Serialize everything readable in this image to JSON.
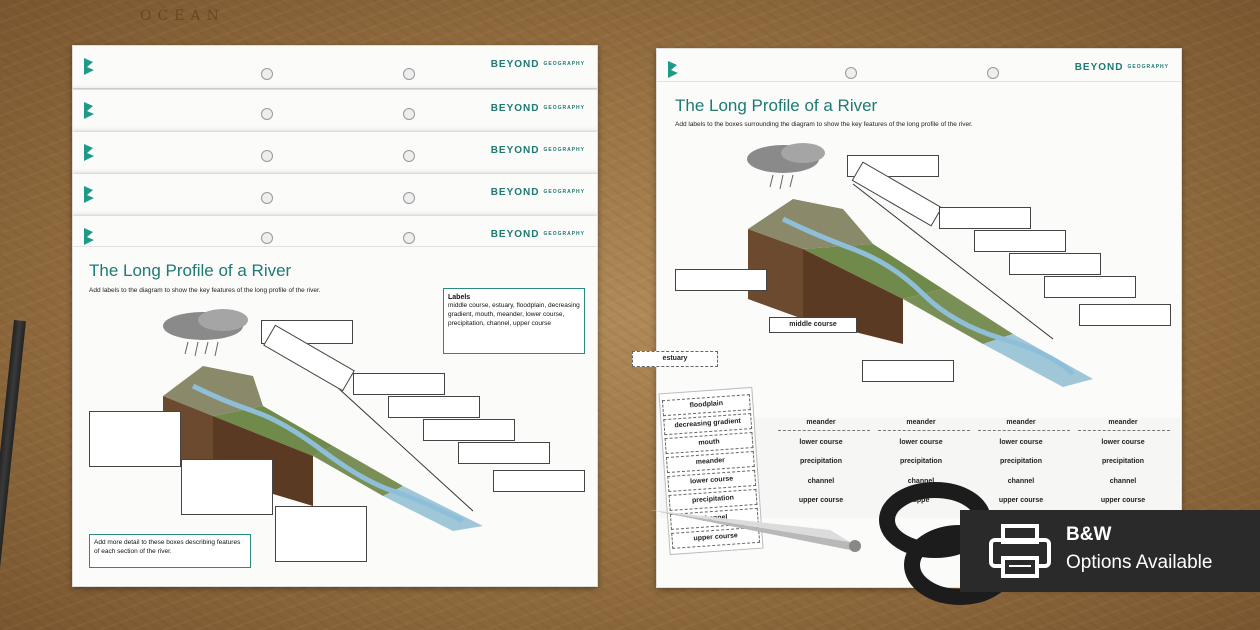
{
  "background": {
    "map_text": "OCEAN"
  },
  "brand": {
    "name": "BEYOND",
    "sub": "GEOGRAPHY",
    "color": "#1e7a72"
  },
  "left_sheet": {
    "title": "The Long Profile of a River",
    "instruction": "Add labels to the diagram to show the key features of the long profile of the river.",
    "labels_heading": "Labels",
    "labels_text": "middle course, estuary, floodplain, decreasing gradient, mouth, meander, lower course, precipitation, channel, upper course",
    "note": "Add more detail to these boxes describing features of each section of the river."
  },
  "right_sheet": {
    "title": "The Long Profile of a River",
    "instruction": "Add labels to the boxes surrounding the diagram to show the key features of the long profile of the river.",
    "placed_label": "middle course"
  },
  "loose_label": "estuary",
  "cutout_strip": [
    "floodplain",
    "decreasing gradient",
    "mouth",
    "meander",
    "lower course",
    "precipitation",
    "channel",
    "upper course"
  ],
  "grid_labels": [
    "meander",
    "lower course",
    "precipitation",
    "channel",
    "upper course"
  ],
  "grid_partial": "uppe",
  "badge": {
    "title": "B&W",
    "subtitle": "Options Available",
    "icon": "printer-icon"
  }
}
